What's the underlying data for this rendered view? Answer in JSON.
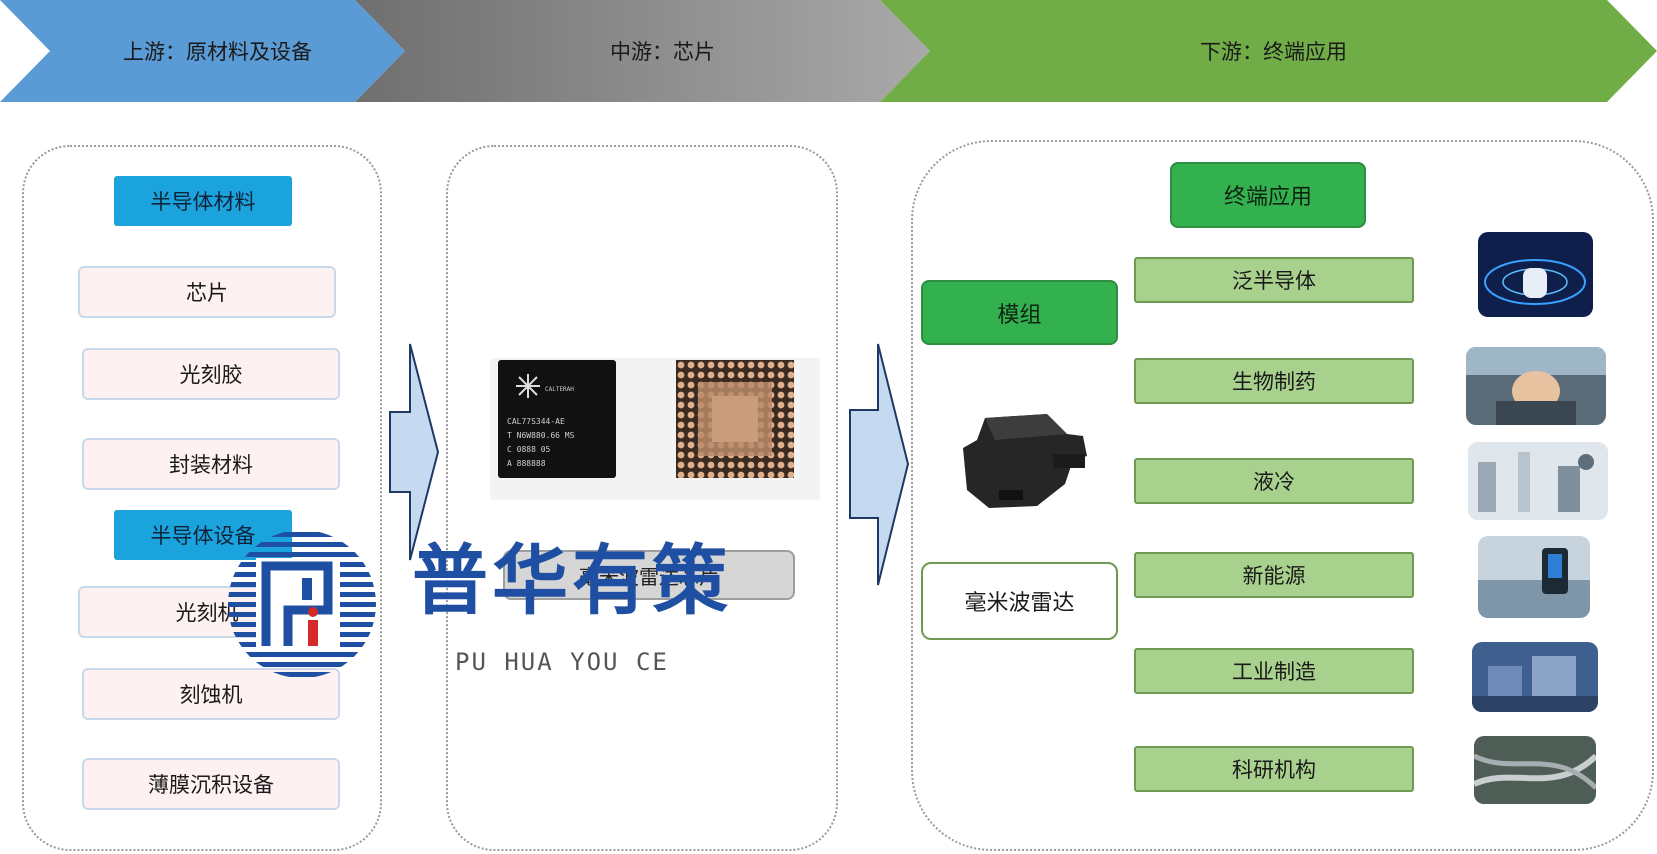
{
  "header": {
    "upstream": "上游：原材料及设备",
    "midstream": "中游：芯片",
    "downstream": "下游：终端应用"
  },
  "upstream": {
    "materials_title": "半导体材料",
    "materials": [
      "芯片",
      "光刻胶",
      "封装材料"
    ],
    "equipment_title": "半导体设备",
    "equipment": [
      "光刻机",
      "刻蚀机",
      "薄膜沉积设备"
    ]
  },
  "midstream": {
    "chip_text": [
      "CAL77S344-AE",
      "T N6W880.66 MS",
      "C 0888 05",
      "A 888888"
    ],
    "caption": "毫米波雷达芯片"
  },
  "downstream": {
    "title": "终端应用",
    "module": "模组",
    "radar": "毫米波雷达",
    "apps": [
      "泛半导体",
      "生物制药",
      "液冷",
      "新能源",
      "工业制造",
      "科研机构"
    ]
  },
  "watermark": {
    "cn": "普华有策",
    "en": "PU HUA YOU CE"
  },
  "colors": {
    "upstream": "#5b9bd5",
    "midstream": "#8c8c8c",
    "downstream": "#70ad47",
    "category_blue": "#1aa3dc",
    "category_green": "#33b14f",
    "app_green": "#a9d18e",
    "watermark_blue": "#1f4fa3"
  }
}
